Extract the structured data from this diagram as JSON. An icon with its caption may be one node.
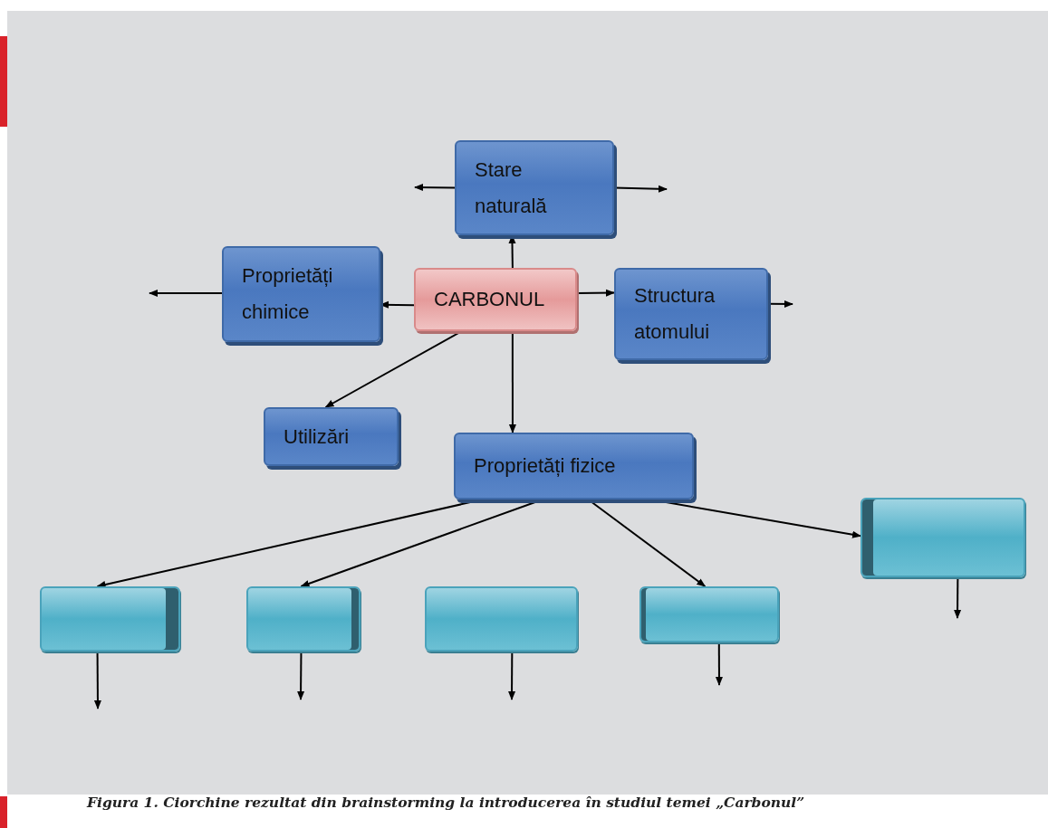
{
  "diagram": {
    "caption": "Figura 1. Ciorchine rezultat din brainstorming la introducerea în studiul temei „Carbonul”",
    "nodes": [
      {
        "text": [
          "Stare naturală"
        ]
      },
      {
        "text": [
          "Proprietăți chimice"
        ]
      },
      {
        "text": [
          "CARBONUL"
        ]
      },
      {
        "text": [
          "Structura atomului"
        ]
      },
      {
        "text": [
          "Utilizări"
        ]
      },
      {
        "text": [
          "Proprietăți fizice"
        ]
      },
      {
        "text": [],
        "shape": "box"
      },
      {
        "text": [],
        "shape": "box"
      },
      {
        "text": [],
        "shape": "box"
      },
      {
        "text": [],
        "shape": "box"
      },
      {
        "text": [],
        "shape": "box"
      }
    ],
    "edges": [
      {
        "from": 2,
        "to": 0,
        "arrow": "to"
      },
      {
        "from": 2,
        "to": 1,
        "arrow": "to"
      },
      {
        "from": 2,
        "to": 3,
        "arrow": "to"
      },
      {
        "from": 2,
        "to": 4,
        "arrow": "to"
      },
      {
        "from": 2,
        "to": 5,
        "arrow": "to"
      },
      {
        "from": 5,
        "to": 6,
        "arrow": "to"
      },
      {
        "from": 5,
        "to": 7,
        "arrow": "to"
      },
      {
        "from": 5,
        "to": 9,
        "arrow": "to"
      },
      {
        "from": 5,
        "to": 10,
        "arrow": "to"
      },
      {
        "from": 0,
        "to": null,
        "arrow": "to"
      },
      {
        "from": 0,
        "to": null,
        "arrow": "to"
      },
      {
        "from": 1,
        "to": null,
        "arrow": "to"
      },
      {
        "from": 3,
        "to": null,
        "arrow": "to"
      },
      {
        "from": 6,
        "to": null,
        "arrow": "to"
      },
      {
        "from": 7,
        "to": null,
        "arrow": "to"
      },
      {
        "from": 8,
        "to": null,
        "arrow": "to"
      },
      {
        "from": 9,
        "to": null,
        "arrow": "to"
      },
      {
        "from": 10,
        "to": null,
        "arrow": "to"
      }
    ]
  }
}
